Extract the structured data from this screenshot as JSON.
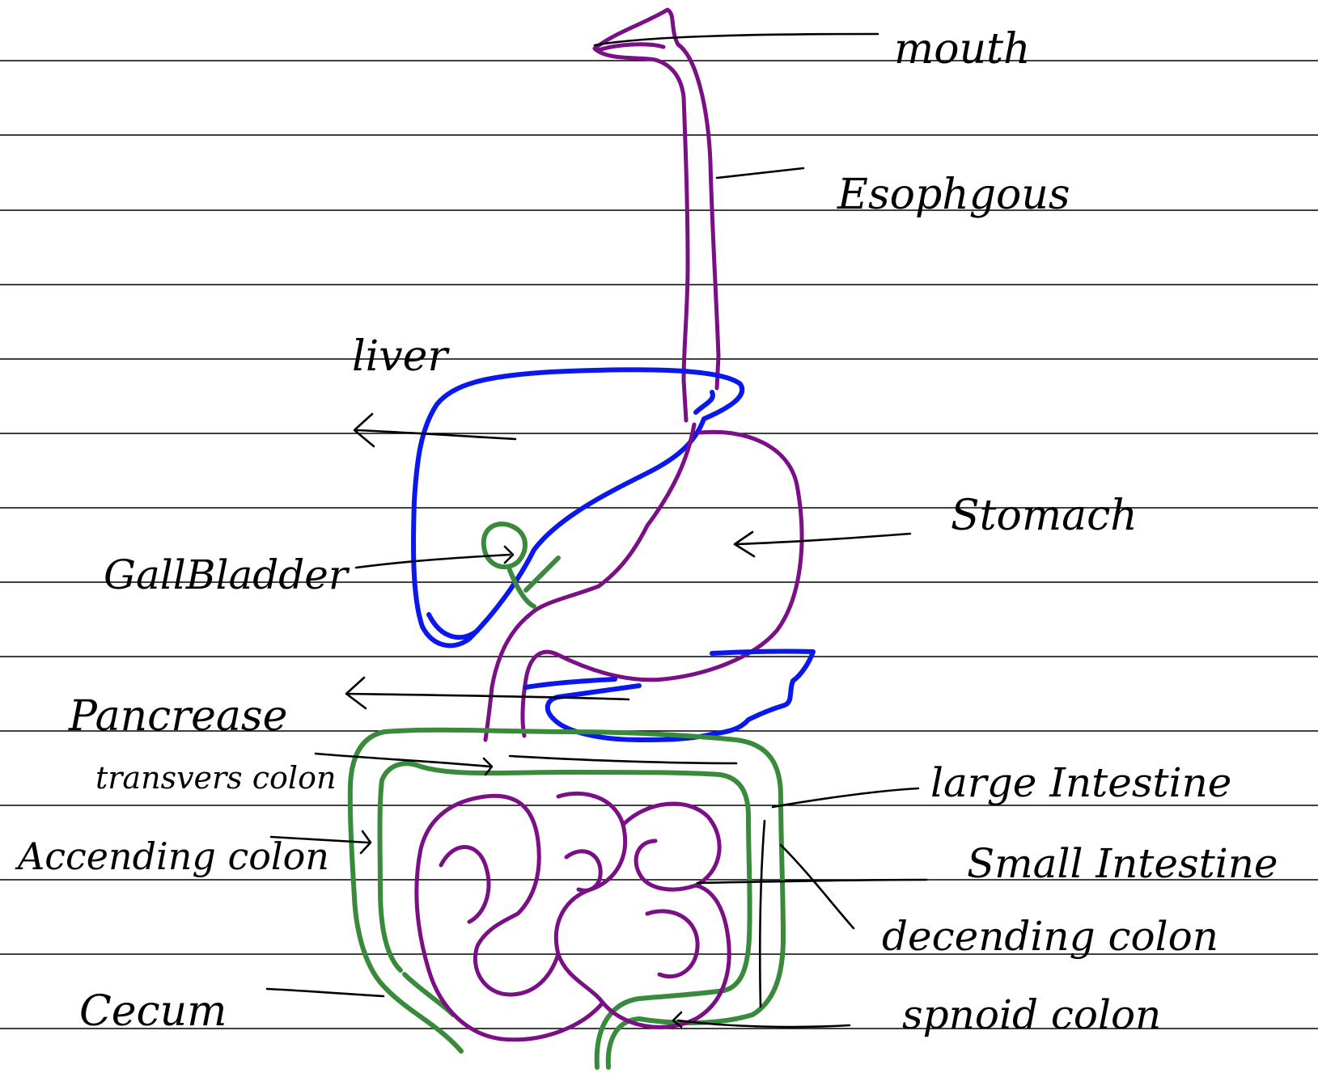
{
  "colors": {
    "digestive_tract": "#7a0f86",
    "liver_pancreas": "#0a18ee",
    "large_intestine_gallbladder": "#3a8a3c",
    "ink": "#000000",
    "paper": "#ffffff"
  },
  "labels": {
    "mouth": "mouth",
    "esophagus": "Esophgous",
    "liver": "liver",
    "stomach": "Stomach",
    "gallbladder": "GallBladder",
    "pancreas": "Pancrease",
    "transverse_colon": "transvers colon",
    "large_intestine": "large Intestine",
    "ascending_colon": "Accending colon",
    "small_intestine": "Small Intestine",
    "descending_colon": "decending colon",
    "cecum": "Cecum",
    "sigmoid_colon": "spnoid colon"
  }
}
